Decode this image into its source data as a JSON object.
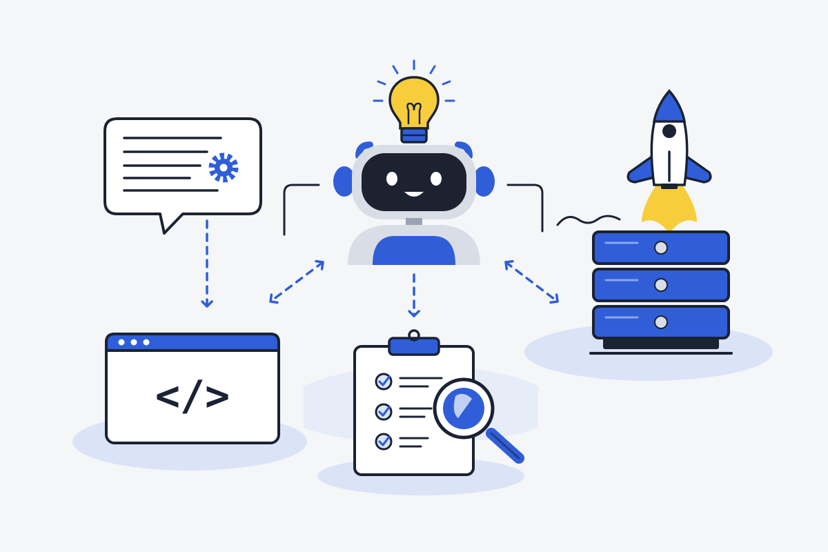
{
  "colors": {
    "background": "#f5f6f8",
    "ink": "#1a2233",
    "primary_blue": "#2f5ed8",
    "light_blue": "#dbe4f7",
    "bulb_yellow": "#f7cd3b",
    "robot_face": "#1c2230",
    "robot_body": "#d9dde6",
    "white": "#ffffff"
  },
  "nodes": [
    {
      "id": "chat-prompt",
      "icon": "speech-bubble-gear-icon",
      "visible_text": ""
    },
    {
      "id": "ai-agent",
      "icon": "robot-with-lightbulb-icon",
      "visible_text": ""
    },
    {
      "id": "deployment",
      "icon": "rocket-server-stack-icon",
      "visible_text": ""
    },
    {
      "id": "code-editor",
      "icon": "browser-code-window-icon",
      "visible_text": "</>"
    },
    {
      "id": "review",
      "icon": "clipboard-checklist-magnifier-icon",
      "visible_text": ""
    }
  ],
  "code_window": {
    "code_symbol": "</>"
  },
  "connections": [
    {
      "from": "chat-prompt",
      "to": "code-editor",
      "style": "dashed-arrow"
    },
    {
      "from": "ai-agent",
      "to": "review",
      "style": "dashed-arrow"
    },
    {
      "from": "ai-agent",
      "to": "code-editor",
      "style": "dashed-double-arrow"
    },
    {
      "from": "ai-agent",
      "to": "deployment",
      "style": "dashed-double-arrow"
    }
  ]
}
